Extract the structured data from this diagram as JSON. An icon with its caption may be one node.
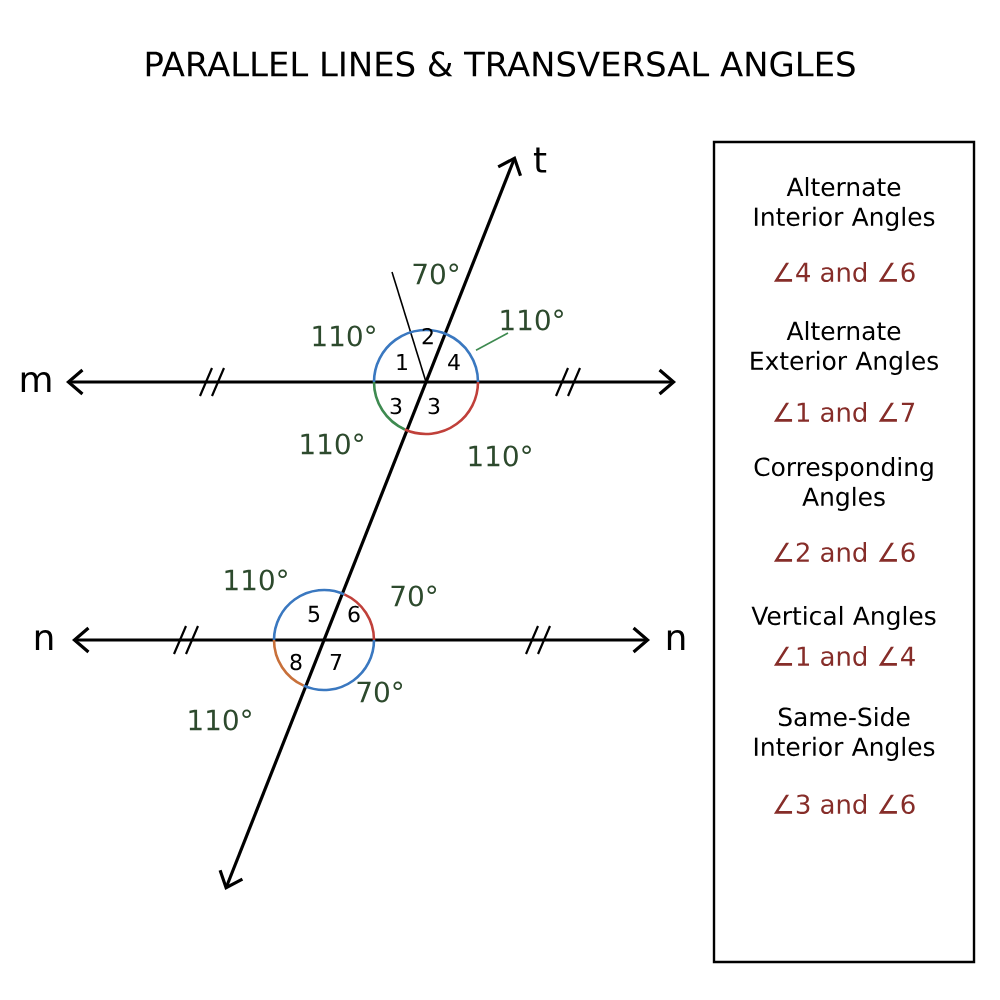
{
  "diagram": {
    "title": "PARALLEL LINES & TRANSVERSAL ANGLES",
    "nodes": [
      {
        "text": [
          "Alternate Interior Angles",
          "∠4 and ∠6",
          "Alternate Exterior Angles",
          "∠1 and ∠7",
          "Corresponding Angles",
          "∠2 and ∠6",
          "Vertical Angles",
          "∠1 and ∠4",
          "Same-Side Interior Angles",
          "∠3 and ∠6"
        ]
      },
      {
        "text": [
          "110°"
        ]
      },
      {
        "text": [],
        "shape": "arc"
      }
    ],
    "edges": [
      {
        "from": 1,
        "to": 2,
        "arrow": "none"
      }
    ],
    "labels": [
      "t",
      "70°",
      "110°",
      "2",
      "1",
      "4",
      "m",
      "3",
      "3",
      "110°",
      "110°",
      "110°",
      "5",
      "6",
      "70°",
      "n",
      "n",
      "8",
      "7",
      "70°",
      "110°"
    ]
  }
}
